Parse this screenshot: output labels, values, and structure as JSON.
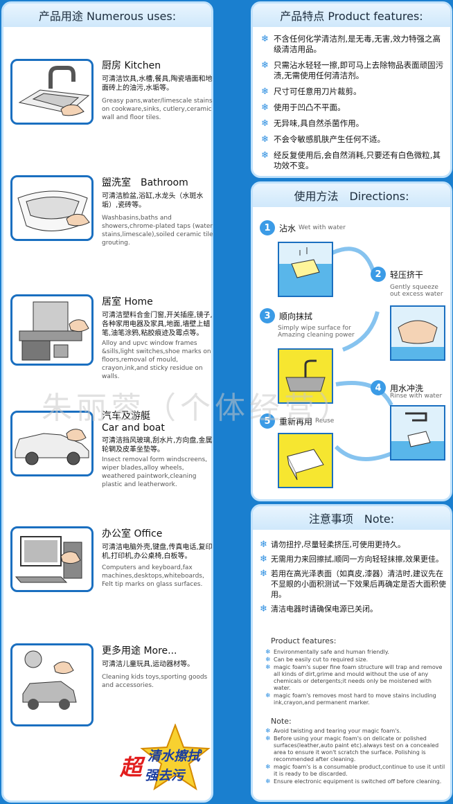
{
  "uses": {
    "header": "产品用途 Numerous uses:",
    "items": [
      {
        "title": "厨房 Kitchen",
        "cn": "可清洁饮具,水槽,餐具,陶瓷墙面和地面砖上的油污,水垢等。",
        "en": "Greasy pans,water/limescale stains on cookware,sinks, cutlery,ceramic wall and floor tiles."
      },
      {
        "title": "盥洗室　Bathroom",
        "cn": "可清洁脸盆,浴缸,水龙头（水斑水垢）,瓷砖等。",
        "en": "Washbasins,baths and showers,chrome-plated taps (water stains,limescale),soiled ceramic tile grouting."
      },
      {
        "title": "居室 Home",
        "cn": "可清洁塑料合金门窗,开关插座,镜子,各种家用电器及家具,地面,墙壁上蜡笔,油笔涂鸦,粘胶痕迹及霉点等。",
        "en": "Alloy and upvc window frames &sills,light switches,shoe marks on floors,removal of mould, crayon,ink,and sticky residue on walls."
      },
      {
        "title": "汽车及游艇",
        "title2": "Car and boat",
        "cn": "可清洁挡风玻璃,刮水片,方向盘,金属轮辋及皮革坐垫等。",
        "en": "Insect removal form windscreens, wiper blades,alloy wheels, weathered paintwork,cleaning plastic and leatherwork."
      },
      {
        "title": "办公室 Office",
        "cn": "可清洁电脑外壳,键盘,传真电话,复印机,打印机,办公桌椅,白板等。",
        "en": "Computers and keyboard,fax machines,desktops,whiteboards, Felt tip marks on glass surfaces."
      },
      {
        "title": "更多用途 More...",
        "cn": "可清洁儿童玩具,运动器材等。",
        "en": "Cleaning kids toys,sporting goods and accessories."
      }
    ],
    "badge_line1": "清水擦拭",
    "badge_char": "超",
    "badge_line2": "强去污"
  },
  "features": {
    "header": "产品特点 Product features:",
    "items": [
      "不含任何化学清洁剂,是无毒,无害,效力特强之高级清洁用品。",
      "只需沾水轻轻一擦,即可马上去除物品表面顽固污渍,无需使用任何清洁剂。",
      "尺寸可任意用刀片裁剪。",
      "使用于凹凸不平面。",
      "无异味,具自然杀菌作用。",
      "不会令敏感肌肤产生任何不适。",
      "经反复使用后,会自然消耗,只要还有白色微粒,其功效不变。"
    ]
  },
  "directions": {
    "header": "使用方法　Directions:",
    "steps": [
      {
        "num": "1",
        "cn": "沾水",
        "en": "Wet with water"
      },
      {
        "num": "2",
        "cn": "轻压挤干",
        "en1": "Gently squeeze",
        "en2": "out excess water"
      },
      {
        "num": "3",
        "cn": "顺向抹拭",
        "en1": "Simply wipe surface for",
        "en2": "Amazing cleaning power"
      },
      {
        "num": "4",
        "cn": "用水冲洗",
        "en": "Rinse with water"
      },
      {
        "num": "5",
        "cn": "重新再用",
        "en": "Reuse"
      }
    ]
  },
  "note": {
    "header": "注意事项　Note:",
    "items": [
      "请勿扭拧,尽量轻柔挤压,可使用更持久。",
      "无需用力来回擦拭,顺同一方向轻轻抹擦,效果更佳。",
      "若用在高光泽表面（如真皮,漆器）清洁时,建议先在不显眼的小面积测试一下效果后再确定是否大面积使用。",
      "清洁电器时请确保电源已关闭。"
    ],
    "pf_title": "Product features:",
    "pf_items": [
      "Environmentally safe and human friendly.",
      "Can be easily cut to required size.",
      "magic foam's super fine foam structure will trap and remove all kinds of dirt,grime and mould without the use of any chemicals or detergents;it needs only be moistened with water.",
      "magic foam's removes most hard to move stains including ink,crayon,and permanent marker."
    ],
    "note_title": "Note:",
    "note_items": [
      "Avoid twisting and tearing your magic foam's.",
      "Before using your magic foam's on delicate or polished surfaces(leather,auto paint etc).always test on a concealed area to ensure it won't scratch the surface. Polishing is recommended after cleaning.",
      "magic foam's is a consumable product,continue to use it until it is ready to be discarded.",
      "Ensure electronic equipment is switched off before cleaning."
    ]
  },
  "watermark": "朱丽蓉（个体经营）",
  "colors": {
    "background": "#1a7fcf",
    "accent": "#3b9be6",
    "badge_red": "#e21d1d"
  }
}
